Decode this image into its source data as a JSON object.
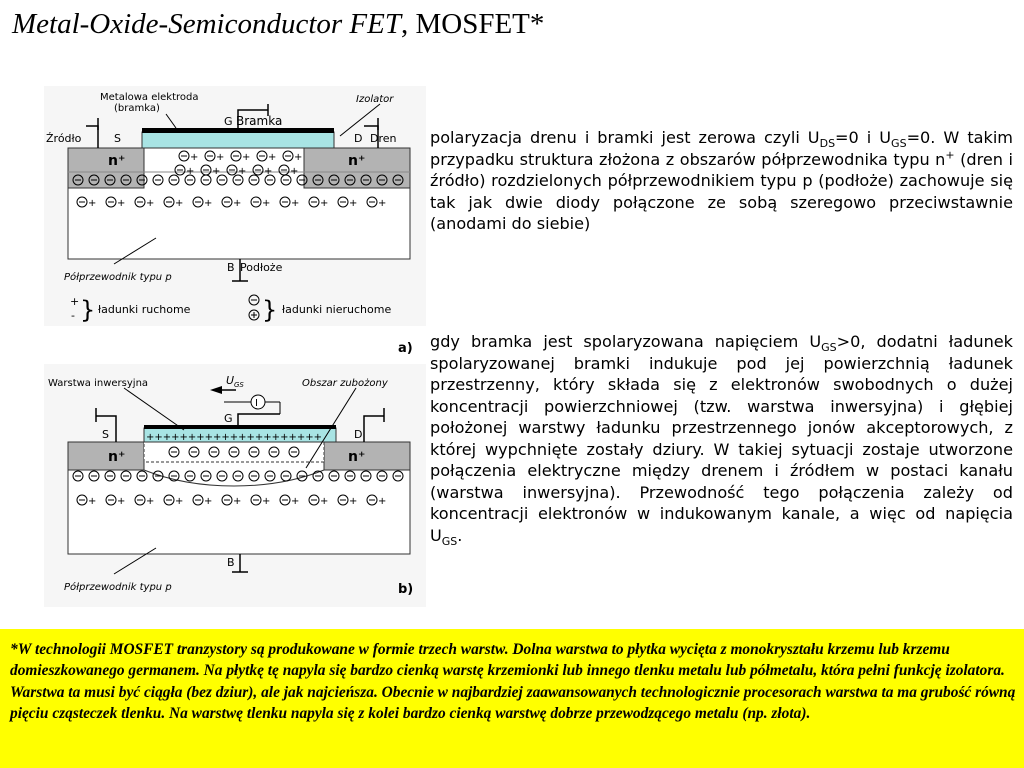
{
  "title": {
    "italic": "Metal-Oxide-Semiconductor FET",
    "plain": ", MOSFET*"
  },
  "figure_a": {
    "tag": "a)",
    "labels": {
      "metal_electrode_1": "Metalowa elektroda",
      "metal_electrode_2": "(bramka)",
      "insulator": "Izolator",
      "source": "Źródło",
      "source_letter": "S",
      "gate_letter": "G",
      "gate": "Bramka",
      "drain_letter": "D",
      "drain": "Dren",
      "n_plus": "n⁺",
      "bulk_letter": "B",
      "bulk": "Podłoże",
      "semiconductor": "Półprzewodnik typu p",
      "mobile_charges": "ładunki ruchome",
      "fixed_charges": "ładunki nieruchome",
      "plus": "+",
      "minus": "-",
      "brace": "}"
    }
  },
  "figure_b": {
    "tag": "b)",
    "labels": {
      "inversion_layer": "Warstwa inwersyjna",
      "ugs_u": "U",
      "ugs_sub": "GS",
      "depletion": "Obszar zubożony",
      "source_letter": "S",
      "gate_letter": "G",
      "drain_letter": "D",
      "n_plus": "n⁺",
      "bulk_letter": "B",
      "semiconductor": "Półprzewodnik typu p",
      "plus_row": "+++++++++++++++++++++",
      "current_symbol": "I"
    }
  },
  "paragraph_1": {
    "t1": "polaryzacja drenu i bramki jest zerowa czyli U",
    "s1": "DS",
    "t2": "=0 i U",
    "s2": "GS",
    "t3": "=0. W takim przypadku struktura złożona z obszarów półprzewodnika typu n",
    "sup1": "+",
    "t4": " (dren i źródło) rozdzielonych półprzewodnikiem typu p (podłoże) zachowuje się tak jak dwie diody połączone ze sobą szeregowo przeciwstawnie (anodami do siebie)"
  },
  "paragraph_2": {
    "t1": "gdy bramka jest spolaryzowana napięciem U",
    "s1": "GS",
    "t2": ">0, dodatni ładunek spolaryzowanej bramki indukuje pod jej powierzchnią ładunek przestrzenny, który składa się z elektronów swobodnych o dużej koncentracji powierzchniowej (tzw. warstwa inwersyjna) i głębiej położonej warstwy ładunku przestrzennego jonów akceptorowych, z której wypchnięte zostały dziury. W takiej sytuacji zostaje utworzone połączenia elektryczne między drenem i źródłem w postaci kanału (warstwa inwersyjna). Przewodność tego połączenia zależy od koncentracji elektronów w indukowanym kanale, a więc od napięcia U",
    "s2": "GS",
    "t3": "."
  },
  "footnote": "*W technologii MOSFET tranzystory są produkowane w formie trzech warstw. Dolna warstwa to płytka wycięta z monokryształu krzemu lub krzemu domieszkowanego germanem. Na płytkę tę napyla się bardzo cienką warstę krzemionki lub innego tlenku metalu lub półmetalu, która pełni funkcję izolatora. Warstwa ta musi być ciągła (bez dziur), ale jak najcieńsza. Obecnie w najbardziej zaawansowanych technologicznie procesorach warstwa ta ma grubość równą pięciu cząsteczek tlenku. Na warstwę tlenku napyla się z kolei bardzo cienką warstwę dobrze przewodzącego metalu (np. złota).",
  "colors": {
    "footer_bg": "#ffff00",
    "n_region": "#b3b3b3",
    "oxide": "#a8e4e4",
    "metal": "#000000"
  }
}
